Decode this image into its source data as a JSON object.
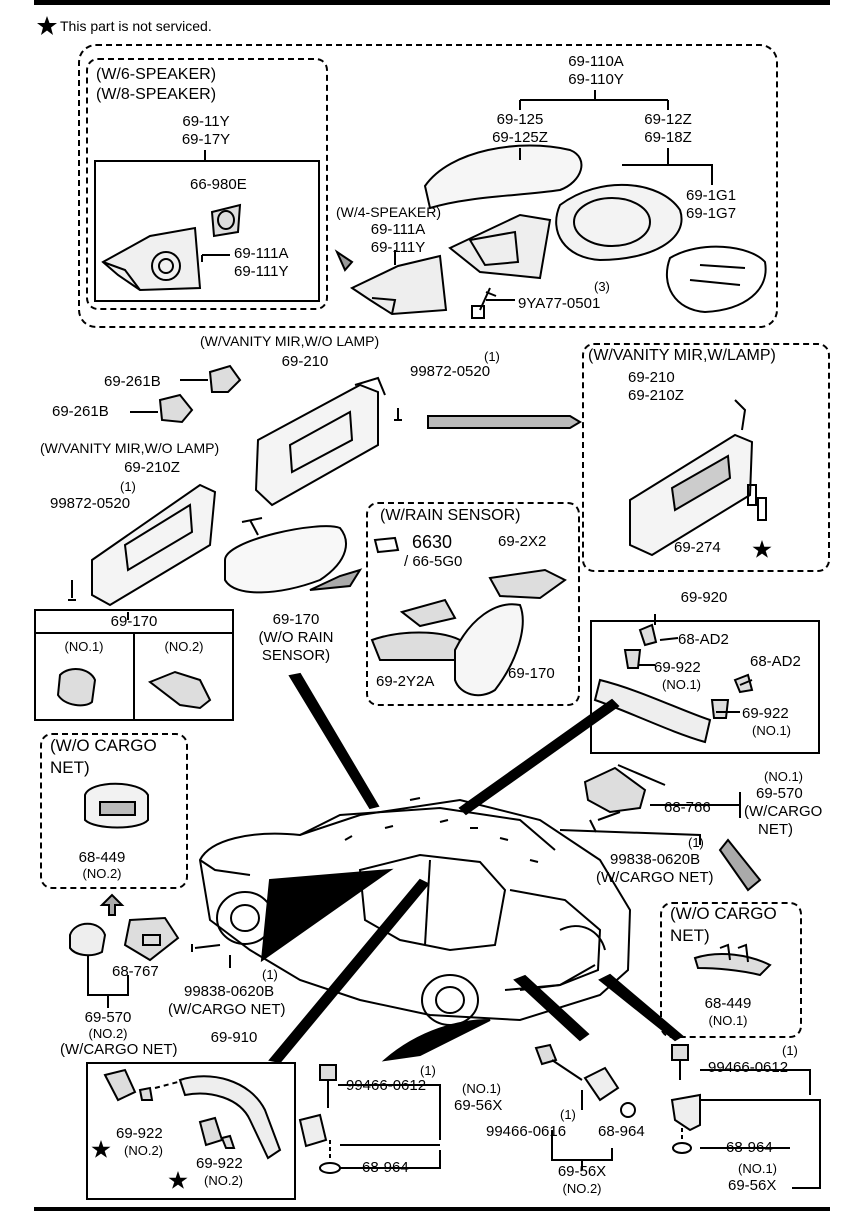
{
  "note": "This part is not serviced.",
  "groups": {
    "w6": "(W/6-SPEAKER)",
    "w8": "(W/8-SPEAKER)",
    "w4": "(W/4-SPEAKER)",
    "vanity_wo_lamp_top": "(W/VANITY MIR,W/O LAMP)",
    "vanity_wo_lamp_left": "(W/VANITY MIR,W/O LAMP)",
    "vanity_w_lamp": "(W/VANITY MIR,W/LAMP)",
    "rain": "(W/RAIN SENSOR)",
    "wo_rain_1": "(W/O RAIN",
    "wo_rain_2": "SENSOR)",
    "wo_cargo_1a": "(W/O CARGO",
    "wo_cargo_1b": "NET)",
    "wo_cargo_2a": "(W/O CARGO",
    "wo_cargo_2b": "NET)"
  },
  "parts": {
    "p69_11Y": "69-11Y",
    "p69_17Y": "69-17Y",
    "p66_980E": "66-980E",
    "p69_111A_a": "69-111A",
    "p69_111Y_a": "69-111Y",
    "p69_110A": "69-110A",
    "p69_110Y": "69-110Y",
    "p69_125": "69-125",
    "p69_125Z": "69-125Z",
    "p69_12Z": "69-12Z",
    "p69_18Z": "69-18Z",
    "p69_1G1": "69-1G1",
    "p69_1G7": "69-1G7",
    "p69_111A_b": "69-111A",
    "p69_111Y_b": "69-111Y",
    "q3": "(3)",
    "p9YA77": "9YA77-0501",
    "p69_210_a": "69-210",
    "q1_a": "(1)",
    "p99872_a": "99872-0520",
    "p69_261B_1": "69-261B",
    "p69_261B_2": "69-261B",
    "p69_210Z_a": "69-210Z",
    "q1_b": "(1)",
    "p99872_b": "99872-0520",
    "p69_210_b": "69-210",
    "p69_210Z_b": "69-210Z",
    "p69_274": "69-274",
    "p69_170_box": "69-170",
    "no1": "(NO.1)",
    "no2": "(NO.2)",
    "p69_170_mid": "69-170",
    "p6630": "6630",
    "p66_5G0": "/ 66-5G0",
    "p69_2X2": "69-2X2",
    "p69_2Y2A": "69-2Y2A",
    "p69_170_rain": "69-170",
    "p69_920": "69-920",
    "p68_AD2_a": "68-AD2",
    "p69_922_a": "69-922",
    "no1_a": "(NO.1)",
    "p68_AD2_b": "68-AD2",
    "p69_922_b": "69-922",
    "no1_b": "(NO.1)",
    "p68_449_a": "68-449",
    "no2_a": "(NO.2)",
    "no1_c": "(NO.1)",
    "p69_570_a": "69-570",
    "wcargo_a": "(W/CARGO",
    "net_a": "NET)",
    "p68_766": "68-766",
    "q1_c": "(1)",
    "p99838_a": "99838-0620B",
    "wcargo_b": "(W/CARGO NET)",
    "p68_449_b": "68-449",
    "no1_d": "(NO.1)",
    "p68_767": "68-767",
    "q1_d": "(1)",
    "p99838_b": "99838-0620B",
    "wcargo_c": "(W/CARGO NET)",
    "p69_570_b": "69-570",
    "no2_b": "(NO.2)",
    "wcargo_d": "(W/CARGO NET)",
    "p69_910": "69-910",
    "p69_922_c": "69-922",
    "no2_c": "(NO.2)",
    "p69_922_d": "69-922",
    "no2_d": "(NO.2)",
    "q1_e": "(1)",
    "p99466_a": "99466-0612",
    "no1_e": "(NO.1)",
    "p69_56X_a": "69-56X",
    "p68_964_a": "68-964",
    "q1_f": "(1)",
    "p99466_b": "99466-0616",
    "p68_964_b": "68-964",
    "p69_56X_b": "69-56X",
    "no2_e": "(NO.2)",
    "q1_g": "(1)",
    "p99466_c": "99466-0612",
    "p68_964_c": "68-964",
    "no1_f": "(NO.1)",
    "p69_56X_c": "69-56X"
  }
}
